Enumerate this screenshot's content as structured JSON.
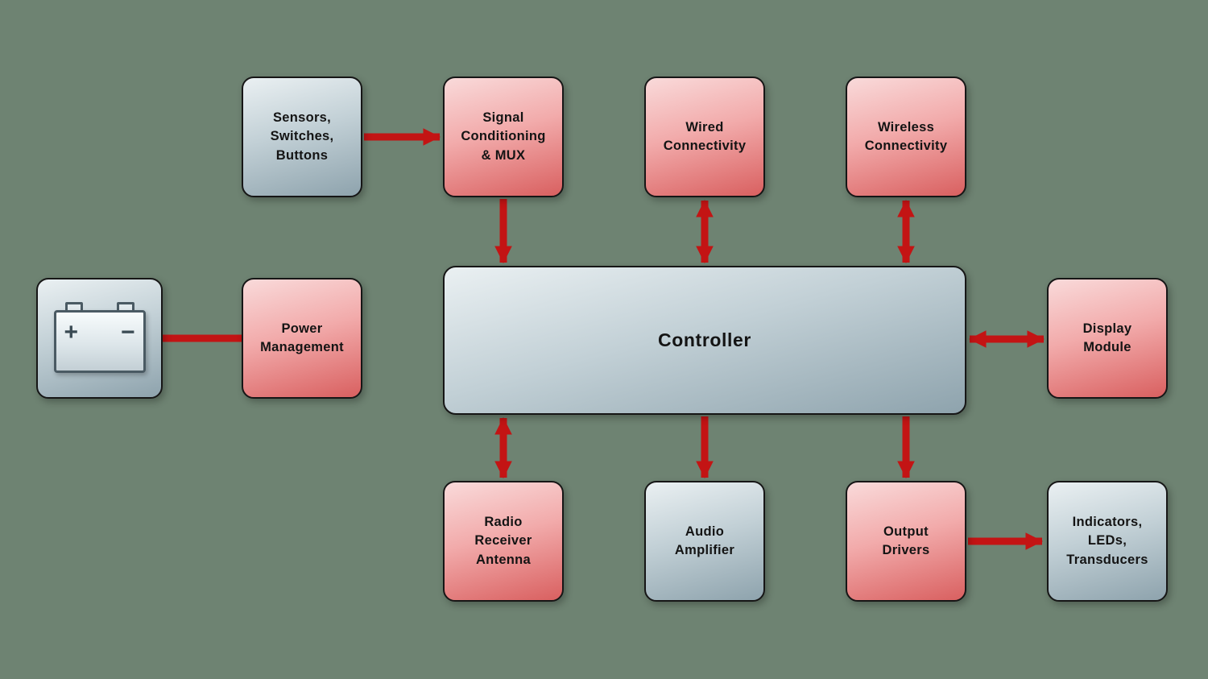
{
  "diagram": {
    "colors": {
      "background": "#6e8372",
      "arrow_red": "#c31414",
      "block_border": "#161616",
      "red_block_light": "#f9dada",
      "red_block_dark": "#d96060",
      "gray_block_light": "#eaf0f2",
      "gray_block_dark": "#8ea3ad"
    },
    "blocks": {
      "sensors": {
        "label": "Sensors,\nSwitches,\nButtons",
        "style": "gray"
      },
      "signal_conditioning": {
        "label": "Signal\nConditioning\n& MUX",
        "style": "red"
      },
      "wired": {
        "label": "Wired\nConnectivity",
        "style": "red"
      },
      "wireless": {
        "label": "Wireless\nConnectivity",
        "style": "red"
      },
      "power": {
        "label": "Power\nManagement",
        "style": "red"
      },
      "controller": {
        "label": "Controller",
        "style": "gray"
      },
      "display": {
        "label": "Display\nModule",
        "style": "red"
      },
      "radio": {
        "label": "Radio\nReceiver\nAntenna",
        "style": "red"
      },
      "audio": {
        "label": "Audio\nAmplifier",
        "style": "gray"
      },
      "output": {
        "label": "Output\nDrivers",
        "style": "red"
      },
      "indicators": {
        "label": "Indicators,\nLEDs,\nTransducers",
        "style": "gray"
      }
    },
    "battery": {
      "plus_label": "+",
      "minus_label": "−"
    },
    "connections": [
      {
        "from": "sensors",
        "to": "signal_conditioning",
        "direction": "one-way"
      },
      {
        "from": "signal_conditioning",
        "to": "controller",
        "direction": "one-way"
      },
      {
        "from": "wired",
        "to": "controller",
        "direction": "two-way"
      },
      {
        "from": "wireless",
        "to": "controller",
        "direction": "two-way"
      },
      {
        "from": "battery",
        "to": "power",
        "direction": "line"
      },
      {
        "from": "controller",
        "to": "display",
        "direction": "two-way"
      },
      {
        "from": "controller",
        "to": "radio",
        "direction": "two-way"
      },
      {
        "from": "controller",
        "to": "audio",
        "direction": "one-way"
      },
      {
        "from": "controller",
        "to": "output",
        "direction": "one-way"
      },
      {
        "from": "output",
        "to": "indicators",
        "direction": "one-way"
      }
    ]
  }
}
